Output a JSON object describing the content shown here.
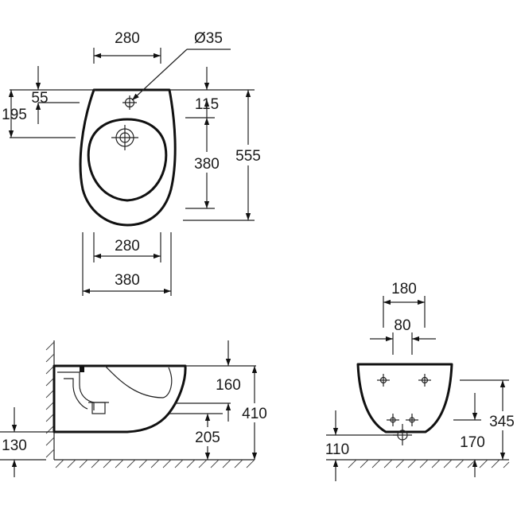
{
  "colors": {
    "ink": "#111111",
    "background": "#ffffff"
  },
  "top_view": {
    "outlet_diameter": "Ø35",
    "top_width": "280",
    "bottom_inner_width": "280",
    "bottom_outer_width": "380",
    "left_small_offset": "55",
    "left_offset": "195",
    "right_top_offset": "115",
    "bowl_length": "380",
    "total_length": "555"
  },
  "side_view": {
    "upper_offset": "160",
    "total_height": "410",
    "lower_offset": "205",
    "floor_clearance": "130"
  },
  "back_view": {
    "bolt_spacing": "180",
    "pipe_spacing": "80",
    "total_height": "345",
    "pipe_height": "170",
    "floor_height": "110"
  }
}
